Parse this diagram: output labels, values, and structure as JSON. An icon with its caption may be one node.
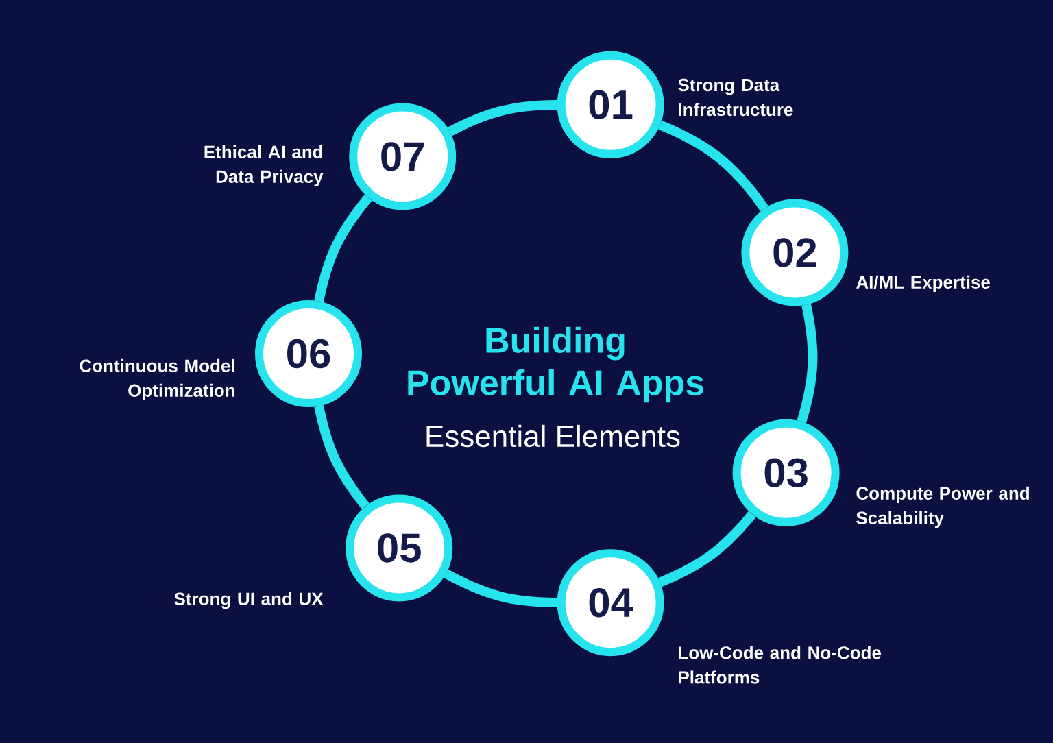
{
  "diagram": {
    "title": "Building Powerful AI Apps",
    "nodes": [
      {
        "text": [
          "01"
        ],
        "beside": [
          "Strong Data Infrastructure"
        ]
      },
      {
        "text": [
          "02"
        ],
        "beside": [
          "AI/ML Expertise"
        ]
      },
      {
        "text": [
          "03"
        ],
        "beside": [
          "Compute Power and Scalability"
        ]
      },
      {
        "text": [
          "04"
        ],
        "beside": [
          "Low-Code and No-Code Platforms"
        ]
      },
      {
        "text": [
          "05"
        ],
        "beside": [
          "Strong UI and UX"
        ]
      },
      {
        "text": [
          "06"
        ],
        "beside": [
          "Continuous Model Optimization"
        ]
      },
      {
        "text": [
          "07"
        ],
        "beside": [
          "Ethical AI and Data Privacy"
        ]
      }
    ],
    "edges": [
      {
        "from": 0,
        "to": 1,
        "arrow": "none"
      },
      {
        "from": 1,
        "to": 2,
        "arrow": "none"
      },
      {
        "from": 2,
        "to": 3,
        "arrow": "none"
      },
      {
        "from": 3,
        "to": 4,
        "arrow": "none"
      },
      {
        "from": 4,
        "to": 5,
        "arrow": "none"
      },
      {
        "from": 5,
        "to": 6,
        "arrow": "none"
      },
      {
        "from": 6,
        "to": 0,
        "arrow": "none"
      }
    ],
    "labels": [
      "Essential Elements"
    ]
  }
}
